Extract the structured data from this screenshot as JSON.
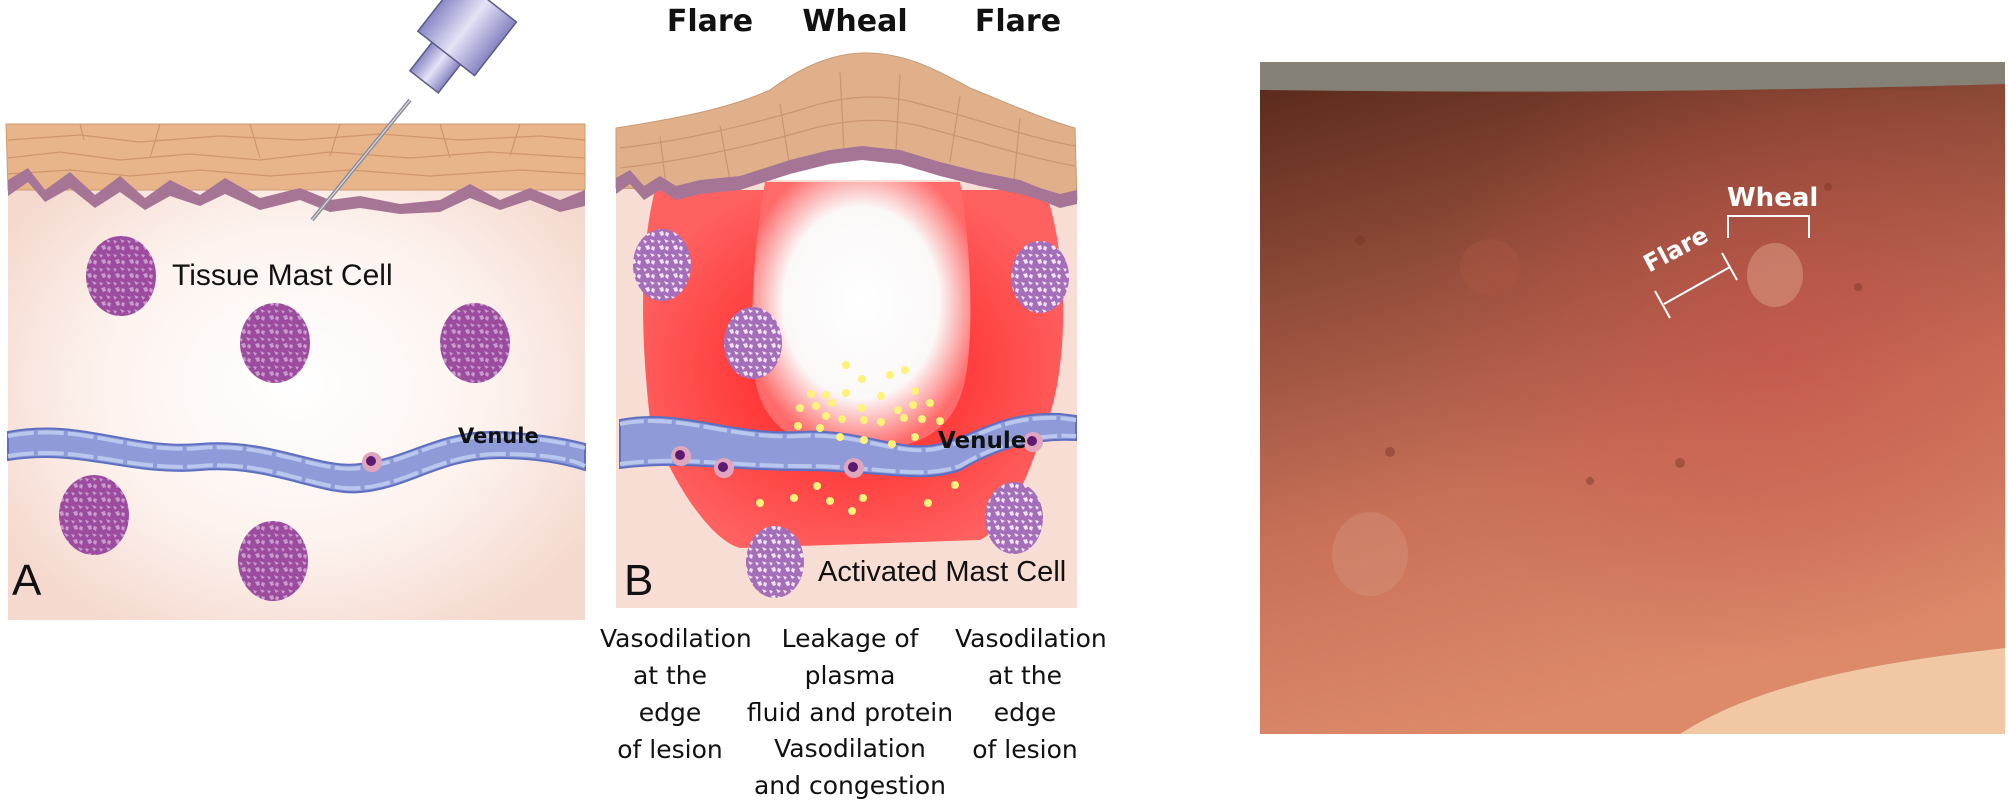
{
  "panel_a": {
    "letter": "A",
    "cell_label": "Tissue Mast Cell",
    "vessel_label": "Venule"
  },
  "panel_b": {
    "letter": "B",
    "headers": {
      "left": "Flare",
      "center": "Wheal",
      "right": "Flare"
    },
    "cell_label": "Activated Mast Cell",
    "vessel_label": "Venule",
    "captions": {
      "left": "Vasodilation\nat the edge\nof lesion",
      "center": "Leakage of plasma\nfluid and protein",
      "right": "Vasodilation\nat the edge\nof lesion",
      "bottom": "Vasodilation\nand congestion"
    }
  },
  "photo": {
    "wheal_label": "Wheal",
    "flare_label": "Flare"
  },
  "colors": {
    "epidermis": "#e8b48a",
    "basement": "#a67596",
    "dermis": "#f6ddd4",
    "mast_cell": "#9b4a9c",
    "venule": "#8f9ad8",
    "flare_red": "#ff3b3b",
    "mediator_dot": "#fff27a",
    "skin_photo_dark": "#5c2a1c",
    "skin_photo_light": "#e58e6c"
  }
}
